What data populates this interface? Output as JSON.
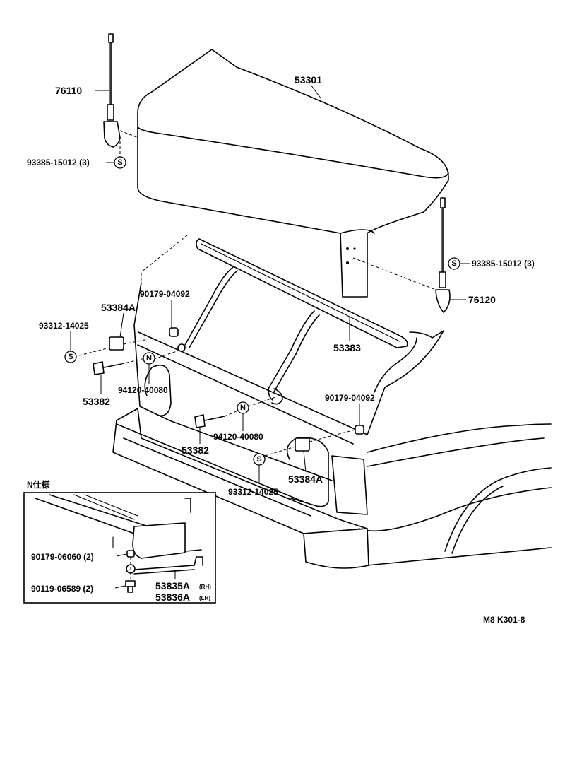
{
  "labels": {
    "p76110": "76110",
    "p53301": "53301",
    "p93385_l": "93385-15012 (3)",
    "p93385_r": "93385-15012 (3)",
    "p76120": "76120",
    "p90179_04092_l": "90179-04092",
    "p53384a_l": "53384A",
    "p93312_14025_l": "93312-14025",
    "p53383": "53383",
    "p53382_l": "53382",
    "p94120_l": "94120-40080",
    "p90179_04092_r": "90179-04092",
    "p94120_r": "94120-40080",
    "p53382_r": "53382",
    "p53384a_r": "53384A",
    "p93312_14025_r": "93312-14025",
    "inset_title": "N仕様",
    "p90179_06060": "90179-06060 (2)",
    "p90119_06589": "90119-06589 (2)",
    "p53835a": "53835A",
    "p53836a": "53836A",
    "p53835a_sub": "(RH)",
    "p53836a_sub": "(LH)",
    "drawing_code": "M8 K301-8"
  },
  "symbols": {
    "s": "S",
    "n": "N"
  }
}
